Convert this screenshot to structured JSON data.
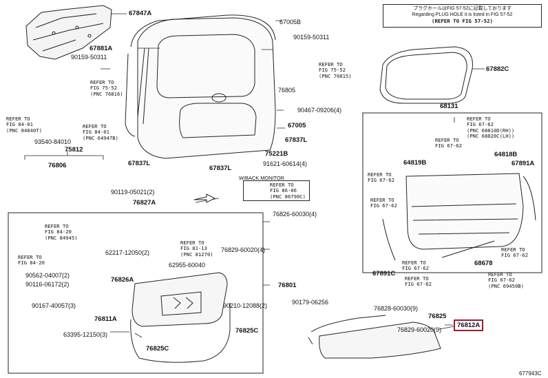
{
  "note": {
    "line1": "プラグホールはFIG 57-52に記載しております",
    "line2": "Regarding PLUG HOLE it is listed in FIG 57-52",
    "line3": "(REFER TO FIG 57-52)"
  },
  "highlight": {
    "part": "76812A"
  },
  "diagram_id": "677943C",
  "back_monitor": {
    "title": "W/BACK MONITOR",
    "ref": "REFER TO\nFIG 86-06\n(PNC 86790C)"
  },
  "labels": {
    "p67847A": "67847A",
    "p67005B": "67005B",
    "p90159_50311_a": "90159-50311",
    "p67881A": "67881A",
    "p90159_50311_b": "90159-50311",
    "p76805": "76805",
    "p67882C": "67882C",
    "p90467": "90467-09206(4)",
    "p67005": "67005",
    "p68131": "68131",
    "p93540": "93540-84010",
    "p75812": "75812",
    "p76806": "76806",
    "p67837L_a": "67837L",
    "p67837L_b": "67837L",
    "p75221B": "75221B",
    "p67837L_c": "67837L",
    "p91621": "91621-60614(4)",
    "p64819B": "64819B",
    "p64818B": "64818B",
    "p67891A": "67891A",
    "p90119": "90119-05021(2)",
    "p76827A": "76827A",
    "p76826_60030_a": "76826-60030(4)",
    "p62217": "62217-12050(2)",
    "p76829_60020_a": "76829-60020(4)",
    "p62955": "62955-60040",
    "p90562": "90562-04007(2)",
    "p76826A": "76826A",
    "p76801": "76801",
    "p90116": "90116-06172(2)",
    "p67891C": "67891C",
    "p68678": "68678",
    "p90167": "90167-40057(3)",
    "p90210": "90210-12088(2)",
    "p90179": "90179-06256",
    "p76828": "76828-60030(9)",
    "p76811A": "76811A",
    "p76825": "76825",
    "p76829_60020_b": "76829-60020(9)",
    "p63395": "63395-12150(3)",
    "p76825C_a": "76825C",
    "p76825C_b": "76825C"
  },
  "refs": {
    "r75_52_76815": "REFER TO\nFIG 75-52\n(PNC 76815)",
    "r75_52_76816": "REFER TO\nFIG 75-52\n(PNC 76816)",
    "r84_01_84840": "REFER TO\nFIG 84-01\n(PNC 84840T)",
    "r84_01_64947": "REFER TO\nFIG 84-01\n(PNC 64947B)",
    "r67_62_top": "REFER TO\nFIG 67-62\n(PNC 68810D(RH))\n(PNC 68820C(LH))",
    "r67_62_a": "REFER TO\nFIG 67-62",
    "r67_62_b": "REFER TO\nFIG 67-62",
    "r67_62_c": "REFER TO\nFIG 67-62",
    "r67_62_d": "REFER TO\nFIG 67-62",
    "r67_62_e": "REFER TO\nFIG 67-62",
    "r67_62_f": "REFER TO\nFIG 67-62",
    "r67_62_g": "REFER TO\nFIG 67-62\n(PNC 69450B)",
    "r84_20_84945": "REFER TO\nFIG 84-20\n(PNC 84945)",
    "r84_20": "REFER TO\nFIG 84-20",
    "r81_13_81270": "REFER TO\nFIG 81-13\n(PNC 81270)"
  }
}
